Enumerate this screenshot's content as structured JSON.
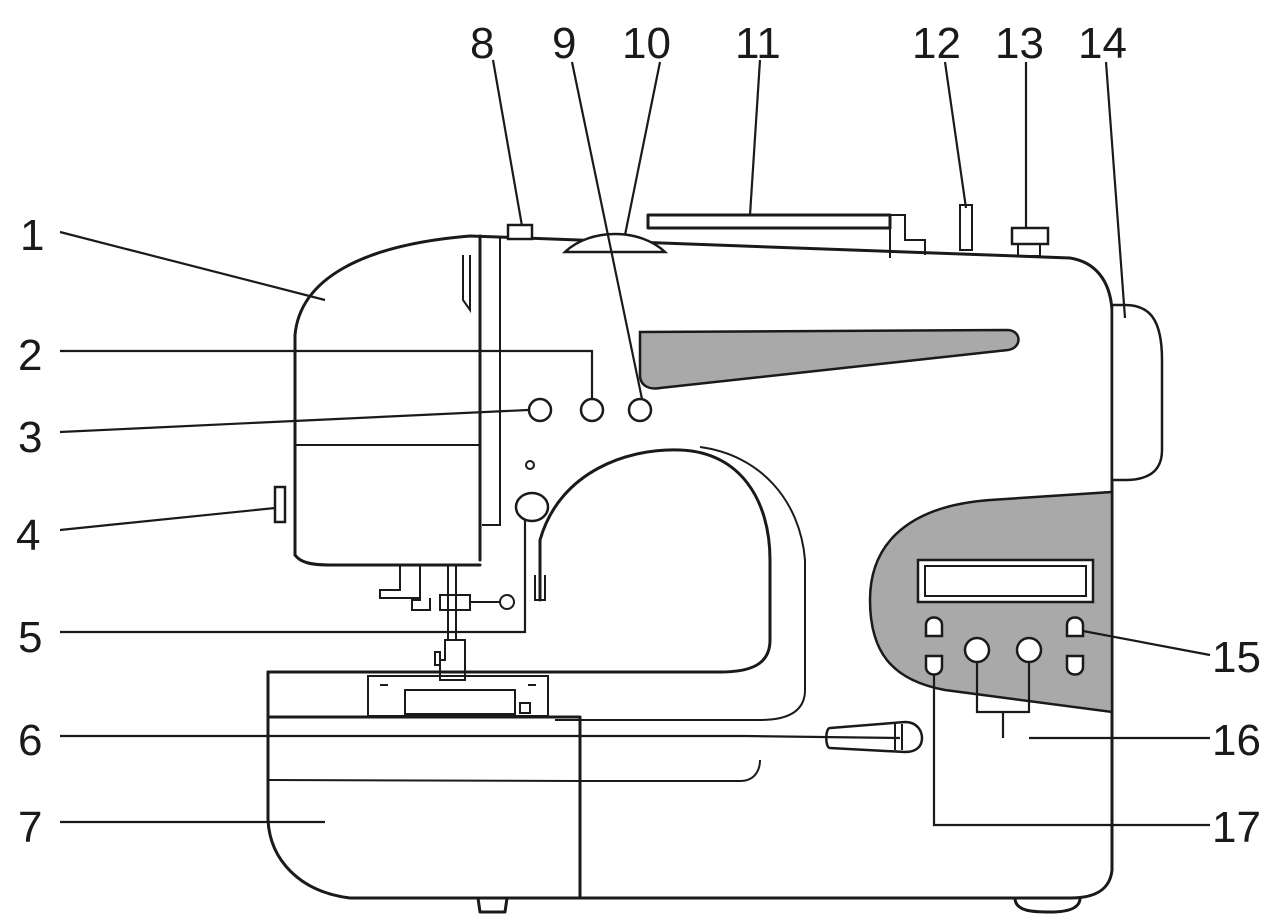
{
  "diagram": {
    "callouts": [
      "1",
      "2",
      "3",
      "4",
      "5",
      "6",
      "7",
      "8",
      "9",
      "10",
      "11",
      "12",
      "13",
      "14",
      "15",
      "16",
      "17"
    ],
    "colors": {
      "line": "#1a1a1a",
      "panel": "#a9a9a9",
      "background": "#ffffff"
    }
  }
}
